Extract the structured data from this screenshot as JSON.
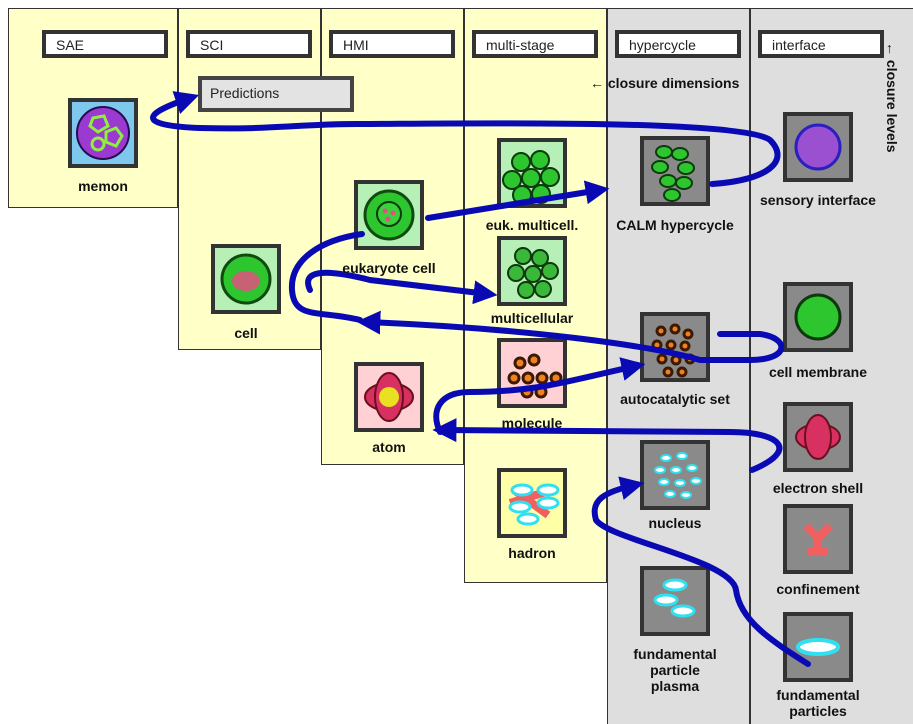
{
  "columns": [
    {
      "header": "SAE",
      "tint": "#ffffc8"
    },
    {
      "header": "SCI",
      "tint": "#ffffc8"
    },
    {
      "header": "HMI",
      "tint": "#ffffc8"
    },
    {
      "header": "multi-stage",
      "tint": "#ffffc8"
    },
    {
      "header": "hypercycle",
      "tint": "#dedede"
    },
    {
      "header": "interface",
      "tint": "#dedede"
    }
  ],
  "predictions_label": "Predictions",
  "closure_dimensions_label": "← closure dimensions",
  "closure_levels_label": "← closure levels",
  "arrow_color": "#0a0ab4",
  "nodes": {
    "memon": "memon",
    "cell": "cell",
    "eukaryote_cell": "eukaryote cell",
    "atom": "atom",
    "euk_multicell": "euk. multicell.",
    "multicellular": "multicellular",
    "molecule": "molecule",
    "hadron": "hadron",
    "calm_hypercycle": "CALM hypercycle",
    "autocatalytic_set": "autocatalytic set",
    "nucleus": "nucleus",
    "fundamental_particle_plasma": "fundamental particle plasma",
    "sensory_interface": "sensory interface",
    "cell_membrane": "cell membrane",
    "electron_shell": "electron shell",
    "confinement": "confinement",
    "fundamental_particles": "fundamental particles"
  }
}
